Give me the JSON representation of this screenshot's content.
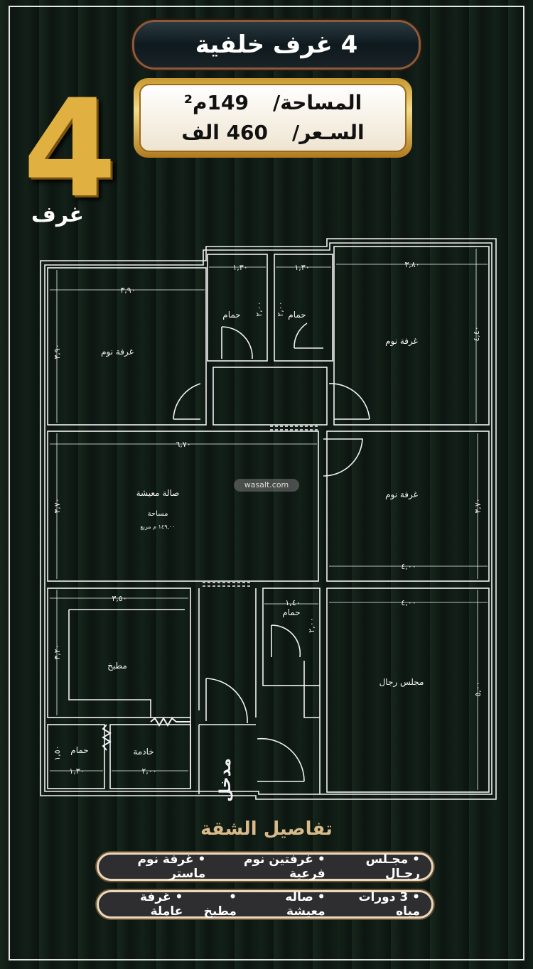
{
  "header": {
    "title": "4 غرف خلفية"
  },
  "info": {
    "area_label": "المساحة/",
    "area_value": "149م²",
    "price_label": "السـعر/",
    "price_value": "460 الف"
  },
  "badge": {
    "number": "4",
    "word": "غرف"
  },
  "plan": {
    "rooms": {
      "bed_left": "غرفة نوم",
      "bed_right": "غرفة نوم",
      "bed_mid": "غرفة نوم",
      "bath1": "حمام",
      "bath2": "حمام",
      "bath3": "حمام",
      "bath4": "حمام",
      "living": "صالة معيشة",
      "area_word": "مساحة",
      "area_total": "١٤٩,٠٠ م مربع",
      "kitchen": "مطبخ",
      "majlis": "مجلس رجال",
      "maid": "خادمة",
      "entrance": "مدخل"
    },
    "dims": {
      "bed_left_w": "٣,٩٠",
      "bed_left_h": "٣,٩٠",
      "bath1_w": "١,٣٠",
      "bath2_w": "١,٣٠",
      "bath1_h": "٢,٠٠",
      "bath2_h": "٢,٠٠",
      "bed_right_w": "٣,٨٠",
      "bed_right_h": "٤,٤٠",
      "living_w": "٦,٧٠",
      "living_h": "٣,٧٠",
      "bed_mid_w": "٤,٠٠",
      "bed_mid_h": "٣,٧٠",
      "kitchen_w": "٣,٥٠",
      "kitchen_h": "٣,٢٠",
      "bath3_w": "١,٤٠",
      "bath3_h": "٢,٠٠",
      "majlis_w": "٤,٠٠",
      "majlis_h": "٥,٠٠",
      "bath4_w": "١,٣٠",
      "bath4_h": "١,٥٠",
      "maid_w": "٢,٠٠"
    }
  },
  "watermark": "wasalt.com",
  "details": {
    "title": "تفاصيل الشقة",
    "row1": [
      "• مجـلس رجـال",
      "• غرفتين نوم فرعية",
      "• غرفة نوم ماستر"
    ],
    "row2": [
      "• 3 دورات مياه",
      "• صاله معيشة",
      "• مطبخ",
      "• غرفة عاملة"
    ]
  },
  "colors": {
    "gold": "#e0b040",
    "background": "#0d1611",
    "line": "#ffffff"
  }
}
